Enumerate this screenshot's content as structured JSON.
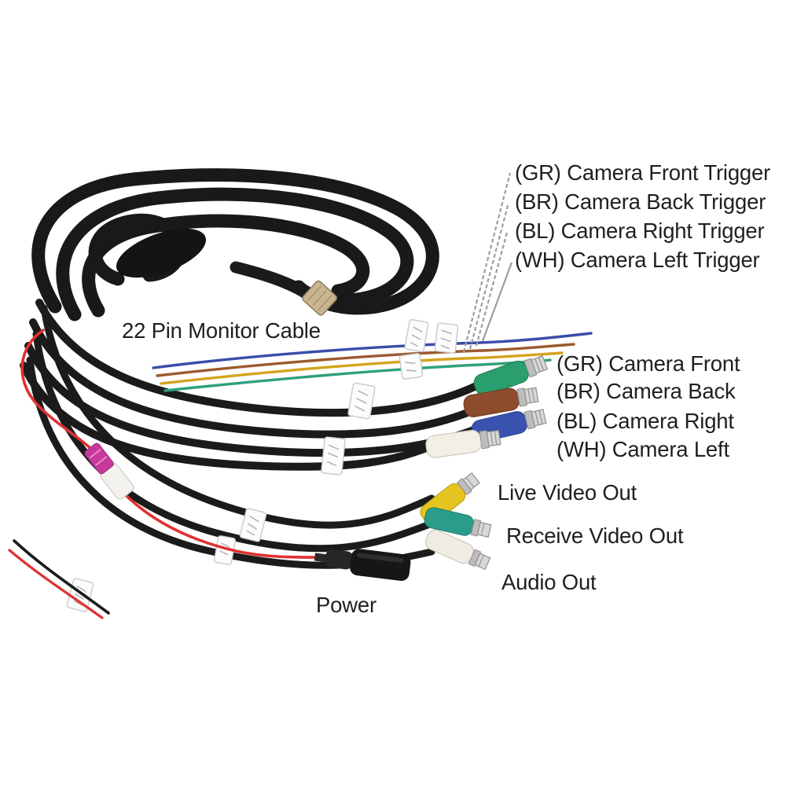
{
  "labels": {
    "main_cable": "22 Pin Monitor Cable",
    "power": "Power",
    "live_video_out": "Live Video Out",
    "receive_video_out": "Receive Video Out",
    "audio_out": "Audio Out",
    "triggers": [
      "(GR) Camera Front Trigger",
      "(BR) Camera Back Trigger",
      "(BL) Camera Right Trigger",
      "(WH) Camera Left Trigger"
    ],
    "cameras": [
      "(GR) Camera Front",
      "(BR) Camera Back",
      "(BL) Camera Right",
      "(WH) Camera Left"
    ]
  },
  "colors": {
    "cable_black": "#1b1b1b",
    "pin_tip": "#c9b691",
    "camera_front_rca": "#2b9e6d",
    "camera_back_rca": "#8e4c2c",
    "camera_right_rca": "#3952b0",
    "camera_left_rca": "#f2efe7",
    "live_video_rca": "#e5c41f",
    "receive_video_rca": "#2a9d8a",
    "audio_rca": "#f0ece3",
    "power_wire": "#e03131",
    "fuse_holder_pink": "#c6399b",
    "wire_blue": "#3a4ea8",
    "wire_brown": "#9c5a2e",
    "wire_yellow": "#d4a41e",
    "wire_green": "#2fa17c"
  }
}
